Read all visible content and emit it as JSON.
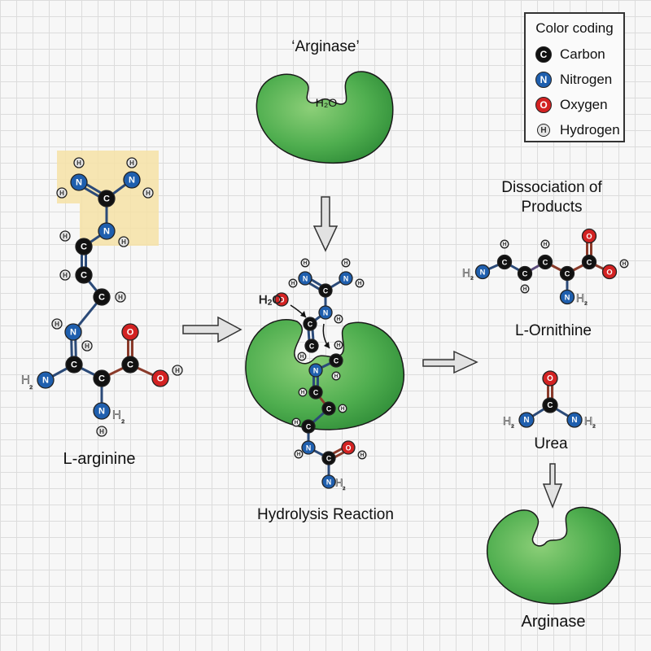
{
  "legend": {
    "title": "Color coding",
    "items": [
      {
        "symbol": "C",
        "label": "Carbon",
        "color": "#111111",
        "text_color": "#ffffff"
      },
      {
        "symbol": "N",
        "label": "Nitrogen",
        "color": "#1f5fae",
        "text_color": "#ffffff"
      },
      {
        "symbol": "O",
        "label": "Oxygen",
        "color": "#d32222",
        "text_color": "#ffffff"
      },
      {
        "symbol": "H",
        "label": "Hydrogen",
        "color": "#e6e6e6",
        "text_color": "#333333"
      }
    ]
  },
  "colors": {
    "enzyme": "#4fae4f",
    "enzyme_dark": "#2e8b37",
    "highlight": "#f6e2a6",
    "arrow_fill": "#e2e2e2",
    "carbon": "#111111",
    "nitrogen": "#1f5fae",
    "oxygen": "#d32222",
    "hydrogen": "#e6e6e6"
  },
  "labels": {
    "enzyme_top": "‘Arginase’",
    "enzyme_top_water": "H₂O",
    "substrate": "L-arginine",
    "reaction": "Hydrolysis Reaction",
    "products_title_line1": "Dissociation of",
    "products_title_line2": "Products",
    "product_1": "L-Ornithine",
    "product_2": "Urea",
    "enzyme_bottom": "Arginase",
    "water_attack": "H₂O"
  },
  "atom_labels": {
    "carbon": "C",
    "nitrogen": "N",
    "oxygen": "O",
    "hydrogen": "H",
    "h2": "H₂",
    "amine_left": "H₂N",
    "amine_right": "NH₂"
  }
}
